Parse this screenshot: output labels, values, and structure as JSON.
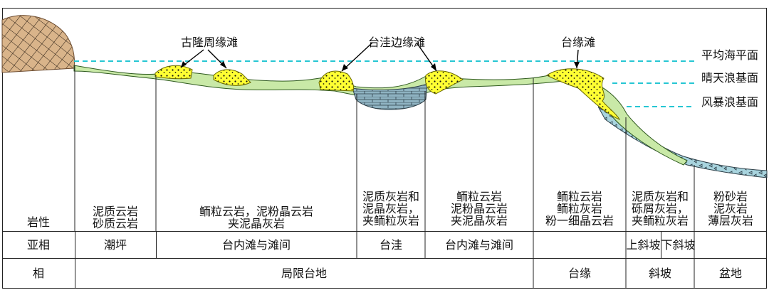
{
  "reference_levels": [
    "平均海平面",
    "晴天浪基面",
    "风暴浪基面"
  ],
  "feature_labels": [
    "古隆周缘滩",
    "台洼边缘滩",
    "台缘滩"
  ],
  "row_headers": {
    "lithology": "岩性",
    "subfacies": "亚相",
    "facies": "相"
  },
  "lithology_columns": [
    "泥质云岩\n砂质云岩",
    "鲕粒云岩，泥粉晶云岩\n夹泥晶灰岩",
    "泥质灰岩和\n泥晶灰岩，\n夹鲕粒灰岩",
    "鲕粒云岩\n泥粉晶云岩\n夹泥晶灰岩",
    "鲕粒云岩\n鲕粒灰岩\n粉一细晶云岩",
    "泥质灰岩和\n砾屑灰岩，\n夹鲕粒灰岩",
    "粉砂岩\n泥灰岩\n薄层灰岩"
  ],
  "subfacies": [
    "潮坪",
    "台内滩与滩间",
    "台洼",
    "台内滩与滩间",
    "上斜坡",
    "下斜坡"
  ],
  "facies": [
    "局限台地",
    "台缘",
    "斜坡",
    "盆地"
  ],
  "colors": {
    "shoal_yellow": "#ffff33",
    "platform_green": "#c9e9a7",
    "depression_blue": "#8fb3c2",
    "slope_blue": "#a8d4de",
    "uplift_tan": "#d9b48a",
    "water_line": "#26c6d3"
  }
}
